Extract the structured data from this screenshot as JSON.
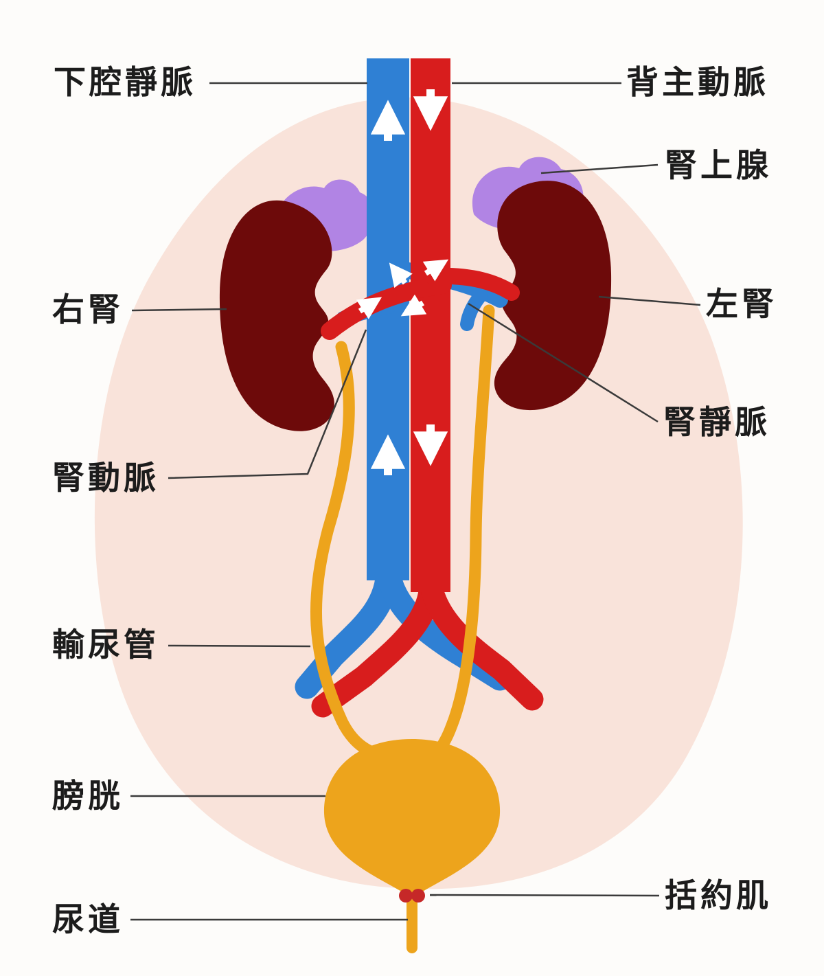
{
  "labels": {
    "inferior_vena_cava": "下腔靜脈",
    "dorsal_aorta": "背主動脈",
    "adrenal_gland": "腎上腺",
    "right_kidney": "右腎",
    "left_kidney": "左腎",
    "renal_vein": "腎靜脈",
    "renal_artery": "腎動脈",
    "ureter": "輸尿管",
    "bladder": "膀胱",
    "sphincter": "括約肌",
    "urethra": "尿道"
  },
  "colors": {
    "background": "#fdfcfa",
    "body_silhouette": "#f9e3da",
    "vein_blue": "#2f80d4",
    "artery_red": "#d81d1d",
    "kidney_maroon": "#6d0a0a",
    "adrenal_purple": "#b184e4",
    "urinary_orange": "#eda41c",
    "sphincter_red": "#c62828",
    "label_text": "#1c1c1c",
    "pointer_line": "#3a3a3a",
    "flow_arrow": "#ffffff"
  }
}
